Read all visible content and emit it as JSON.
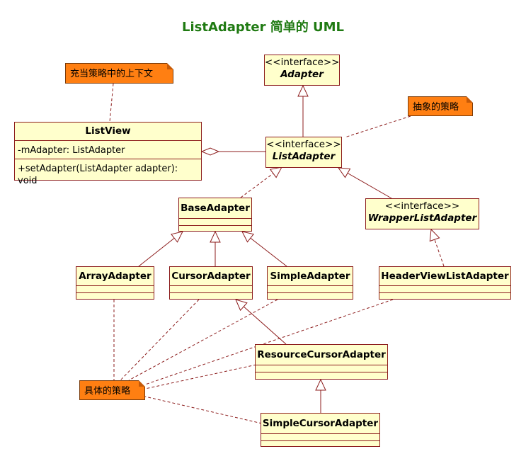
{
  "title": "ListAdapter 简单的 UML",
  "stereotype": "<<interface>>",
  "classes": {
    "adapter": "Adapter",
    "list_adapter": "ListAdapter",
    "list_view": {
      "name": "ListView",
      "attribute": "-mAdapter: ListAdapter",
      "operation": "+setAdapter(ListAdapter adapter): void"
    },
    "base_adapter": "BaseAdapter",
    "wrapper_list_adapter": "WrapperListAdapter",
    "array_adapter": "ArrayAdapter",
    "cursor_adapter": "CursorAdapter",
    "simple_adapter": "SimpleAdapter",
    "header_view_list_adapter": "HeaderViewListAdapter",
    "resource_cursor_adapter": "ResourceCursorAdapter",
    "simple_cursor_adapter": "SimpleCursorAdapter"
  },
  "notes": {
    "context": "充当策略中的上下文",
    "abstract_strategy": "抽象的策略",
    "concrete_strategy": "具体的策略"
  },
  "colors": {
    "class_fill": "#ffffcc",
    "class_border": "#8c1c1c",
    "note_fill": "#ff7f12",
    "title": "#1f7a12"
  }
}
